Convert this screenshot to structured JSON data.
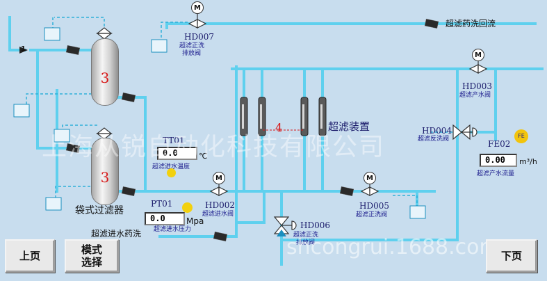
{
  "colors": {
    "background": "#c8ddee",
    "pipe": "#5fd0ee",
    "pipe_dark": "#2f9fcf",
    "tag_text": "#1a1a6a",
    "label_text": "#1a1a8c",
    "red": "#d81818",
    "sensor": "#f2c40c"
  },
  "icons": {
    "motor": "M",
    "inlet_marker": "1"
  },
  "filters": {
    "top_number": "3",
    "bottom_number": "3",
    "bag_filter_label": "袋式过滤器"
  },
  "inlet_chem_label": "超滤进水药洗",
  "return_chem_label": "超滤药洗回流",
  "uf_device": {
    "label": "超滤装置",
    "marker": "4"
  },
  "valves": {
    "hd007": {
      "tag": "HD007",
      "desc_line1": "超滤正洗",
      "desc_line2": "排放阀"
    },
    "hd003": {
      "tag": "HD003",
      "desc": "超滤产水阀"
    },
    "hd004": {
      "tag": "HD004",
      "desc": "超滤反洗阀"
    },
    "hd002": {
      "tag": "HD002",
      "desc": "超滤进水阀"
    },
    "hd005": {
      "tag": "HD005",
      "desc": "超滤正洗阀"
    },
    "hd006": {
      "tag": "HD006",
      "desc_line1": "超滤正洗",
      "desc_line2": "排放阀"
    }
  },
  "instruments": {
    "tt01": {
      "tag": "TT01",
      "value": "0.0",
      "unit": "℃",
      "desc": "超滤进水温度"
    },
    "pt01": {
      "tag": "PT01",
      "value": "0.0",
      "unit": "Mpa",
      "desc": "超滤进水压力"
    },
    "fe02": {
      "tag": "FE02",
      "badge": "FE",
      "value": "0.00",
      "unit": "m³/h",
      "desc": "超滤产水流量"
    }
  },
  "buttons": {
    "prev": "上页",
    "mode_line1": "模式",
    "mode_line2": "选择",
    "next": "下页"
  },
  "watermark": {
    "company": "上海从锐自动化科技有限公司",
    "url": "shcongrui.1688.com"
  }
}
